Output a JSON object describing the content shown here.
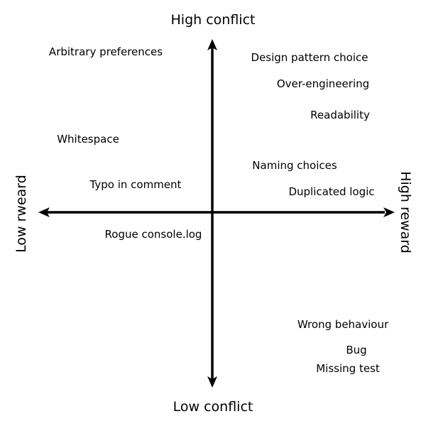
{
  "axes": {
    "top": "High conflict",
    "bottom": "Low conflict",
    "left": "Low rweard",
    "right": "High reward"
  },
  "items": [
    "Arbitrary preferences",
    "Design pattern choice",
    "Over-engineering",
    "Readability",
    "Whitespace",
    "Naming choices",
    "Typo in comment",
    "Duplicated logic",
    "Rogue console.log",
    "Wrong behaviour",
    "Bug",
    "Missing test"
  ],
  "colors": {
    "ink": "#000000",
    "background": "#ffffff"
  }
}
